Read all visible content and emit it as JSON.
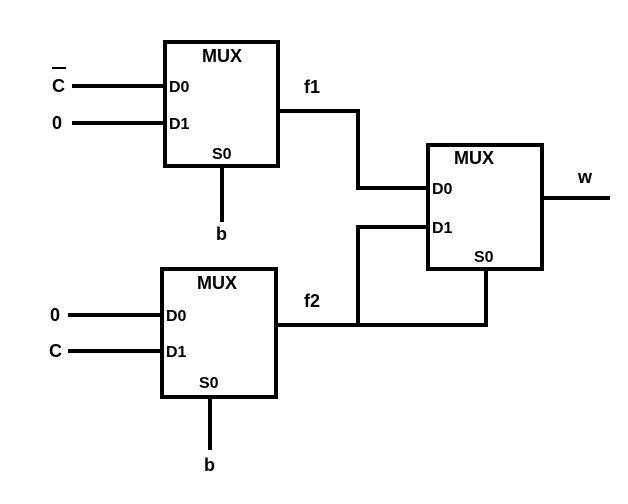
{
  "mux1": {
    "title": "MUX",
    "pin_d0": "D0",
    "pin_d1": "D1",
    "pin_s0": "S0",
    "input_d0": "C",
    "input_d0_overbar": true,
    "input_d1": "0",
    "select": "b",
    "output": "f1"
  },
  "mux2": {
    "title": "MUX",
    "pin_d0": "D0",
    "pin_d1": "D1",
    "pin_s0": "S0",
    "input_d0": "0",
    "input_d1": "C",
    "select": "b",
    "output": "f2"
  },
  "mux3": {
    "title": "MUX",
    "pin_d0": "D0",
    "pin_d1": "D1",
    "pin_s0": "S0",
    "output": "w"
  },
  "colors": {
    "stroke": "#000000",
    "background": "#ffffff"
  }
}
